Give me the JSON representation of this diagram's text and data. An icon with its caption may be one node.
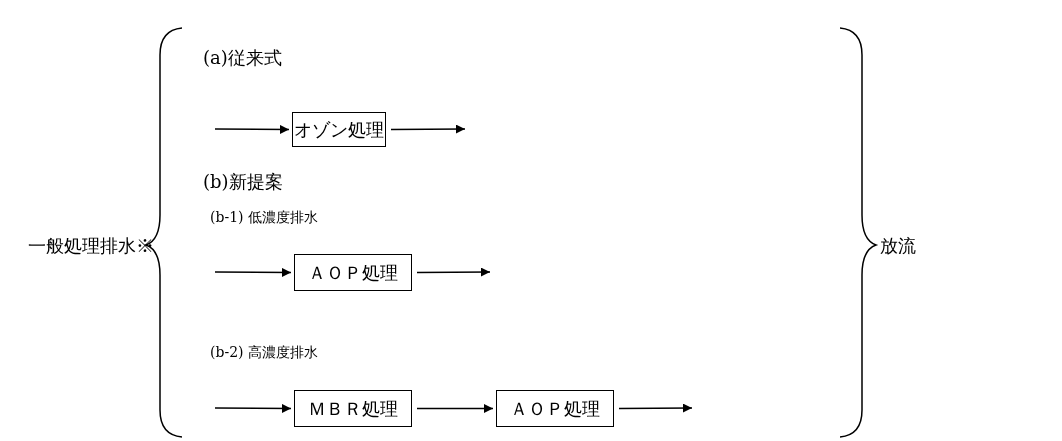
{
  "diagram": {
    "nodes": [
      {
        "text": [
          "オゾン処理"
        ]
      },
      {
        "text": [
          "ＡＯＰ処理"
        ]
      },
      {
        "text": [
          "ＭＢＲ処理"
        ]
      },
      {
        "text": [
          "ＡＯＰ処理"
        ]
      }
    ],
    "edges": [
      {
        "from": null,
        "to": 0,
        "arrow": "to"
      },
      {
        "from": 0,
        "to": null,
        "arrow": "to"
      },
      {
        "from": null,
        "to": 1,
        "arrow": "to"
      },
      {
        "from": 1,
        "to": null,
        "arrow": "to"
      },
      {
        "from": null,
        "to": 2,
        "arrow": "to"
      },
      {
        "from": 2,
        "to": 3,
        "arrow": "to"
      },
      {
        "from": 3,
        "to": null,
        "arrow": "to"
      }
    ],
    "labels": [
      "一般処理排水※",
      "(a)従来式",
      "(b)新提案",
      "(b-1) 低濃度排水",
      "(b-2) 高濃度排水",
      "放流"
    ]
  }
}
